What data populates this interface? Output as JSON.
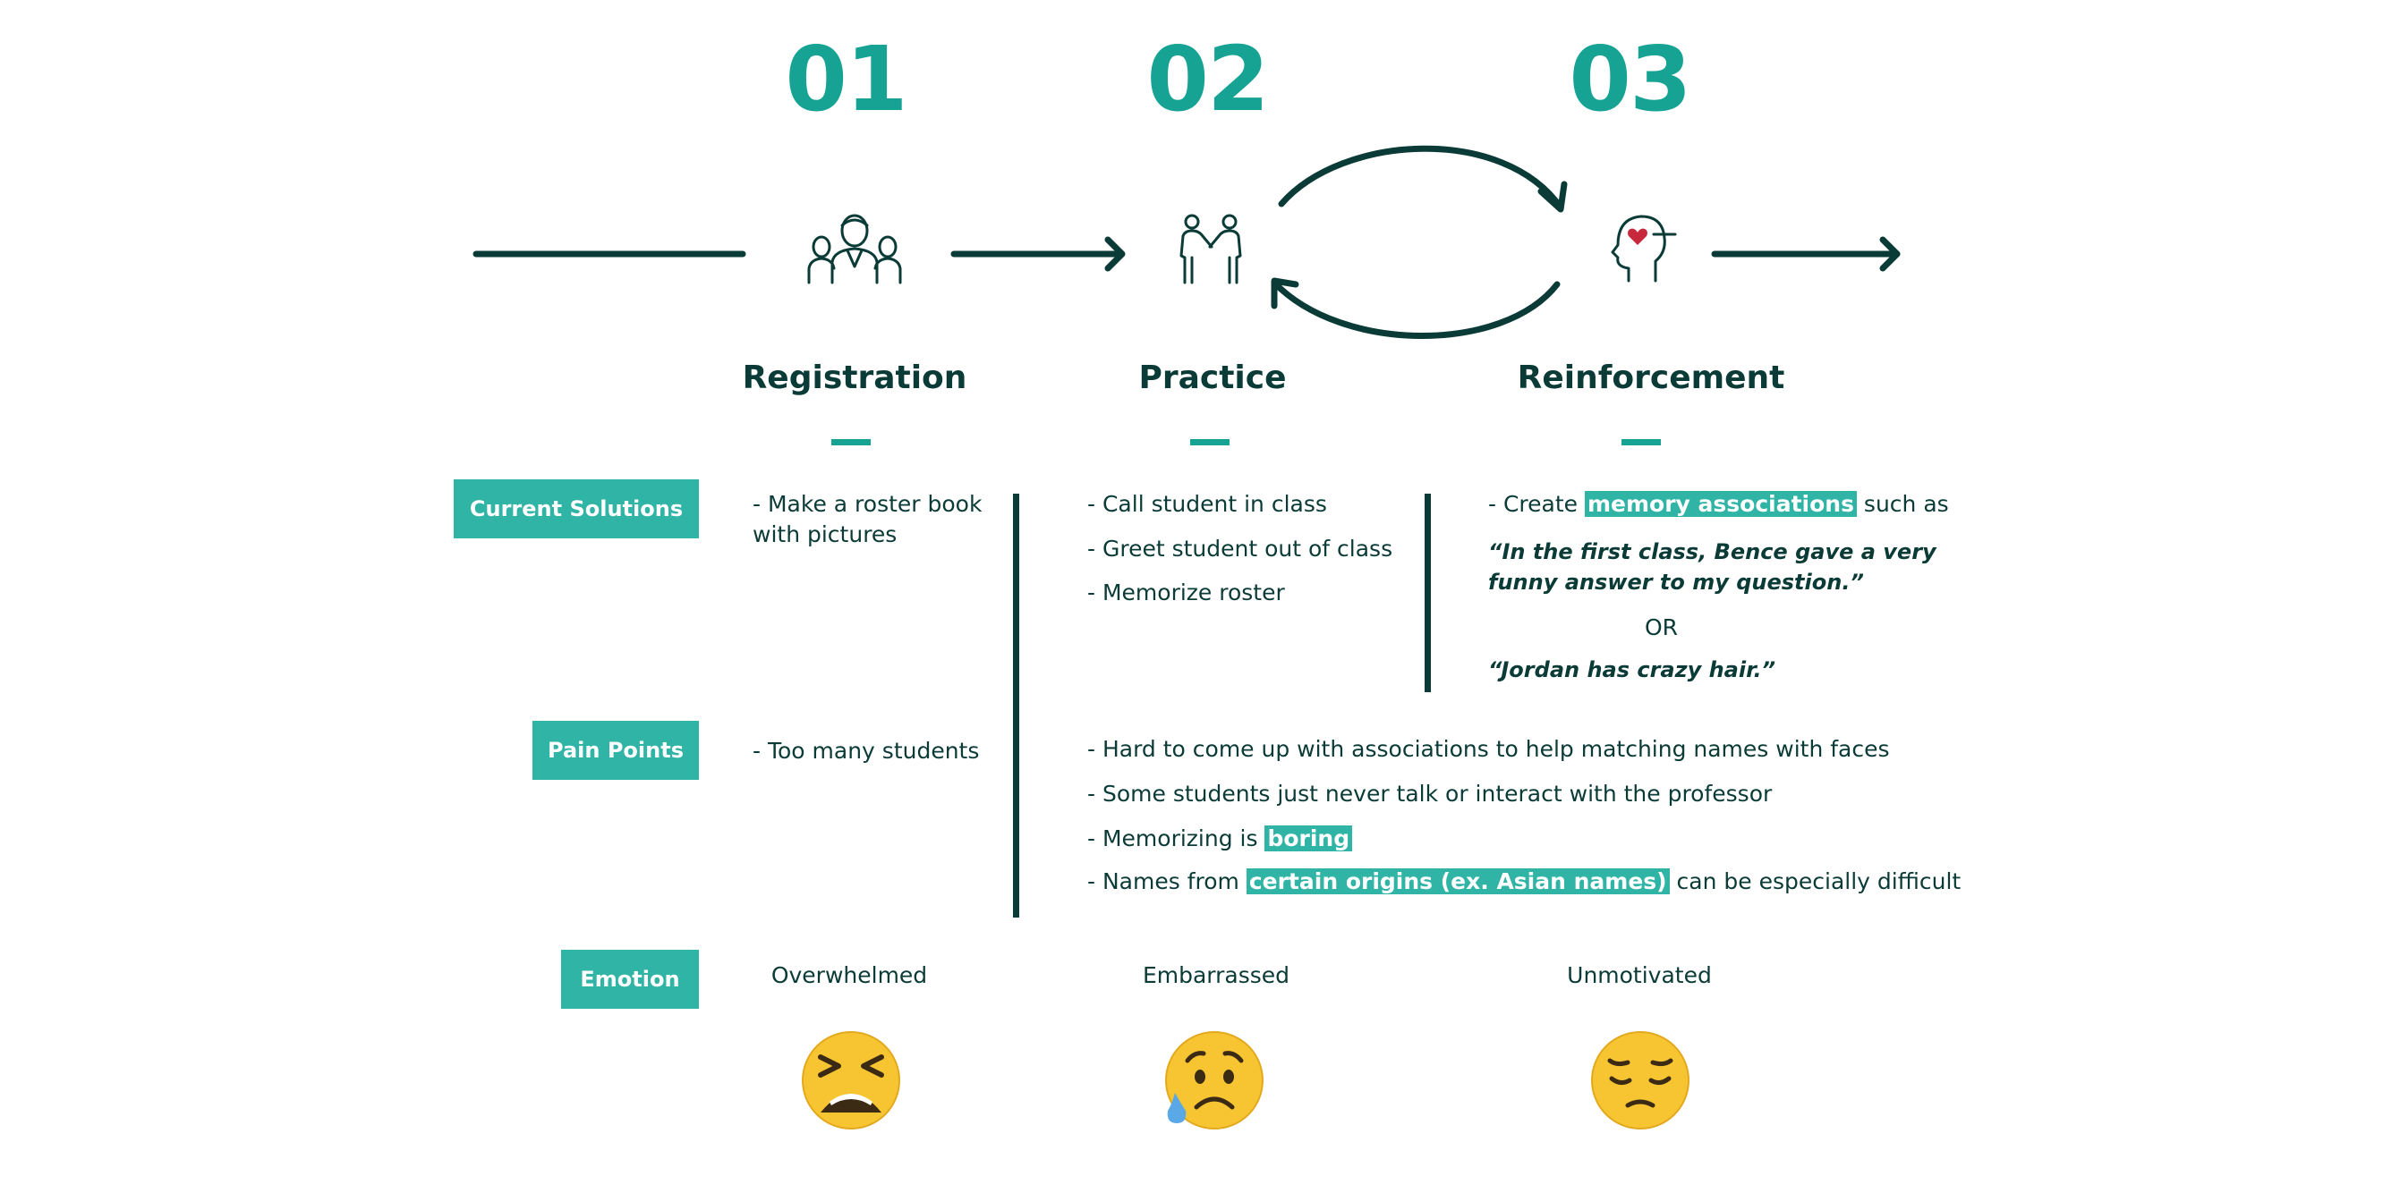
{
  "stages": [
    {
      "number": "01",
      "title": "Registration"
    },
    {
      "number": "02",
      "title": "Practice"
    },
    {
      "number": "03",
      "title": "Reinforcement"
    }
  ],
  "row_labels": {
    "current_solutions": "Current Solutions",
    "pain_points": "Pain Points",
    "emotion": "Emotion"
  },
  "current_solutions": {
    "registration": [
      "- Make a roster book",
      "with pictures"
    ],
    "practice": [
      "- Call student in class",
      "- Greet student out of class",
      "- Memorize roster"
    ],
    "reinforcement": {
      "prefix": "- Create ",
      "highlight": "memory associations",
      "suffix": " such as",
      "quote1_line1": "“In the first class, Bence gave a very",
      "quote1_line2": "funny answer to my question.”",
      "or": "OR",
      "quote2": "“Jordan has crazy hair.”"
    }
  },
  "pain_points": {
    "registration": "- Too many students",
    "practice_1": "- Hard to come up with associations to help matching names with faces",
    "practice_2": "- Some students just never talk or interact with the professor",
    "practice_3_prefix": "- Memorizing is ",
    "practice_3_highlight": "boring",
    "practice_4_prefix": "- Names from ",
    "practice_4_highlight": "certain origins (ex. Asian names)",
    "practice_4_suffix": " can be especially difficult"
  },
  "emotions": [
    {
      "label": "Overwhelmed",
      "icon": "tired-face-icon"
    },
    {
      "label": "Embarrassed",
      "icon": "sad-sweat-face-icon"
    },
    {
      "label": "Unmotivated",
      "icon": "pensive-face-icon"
    }
  ],
  "icons": {
    "registration": "group-of-people-icon",
    "practice": "two-people-handshake-icon",
    "reinforcement": "head-with-heart-icon"
  },
  "colors": {
    "accent": "#16a394",
    "highlight_bg": "#2fb4a5",
    "dark": "#0b3b36",
    "emoji_yellow": "#f7c531"
  }
}
